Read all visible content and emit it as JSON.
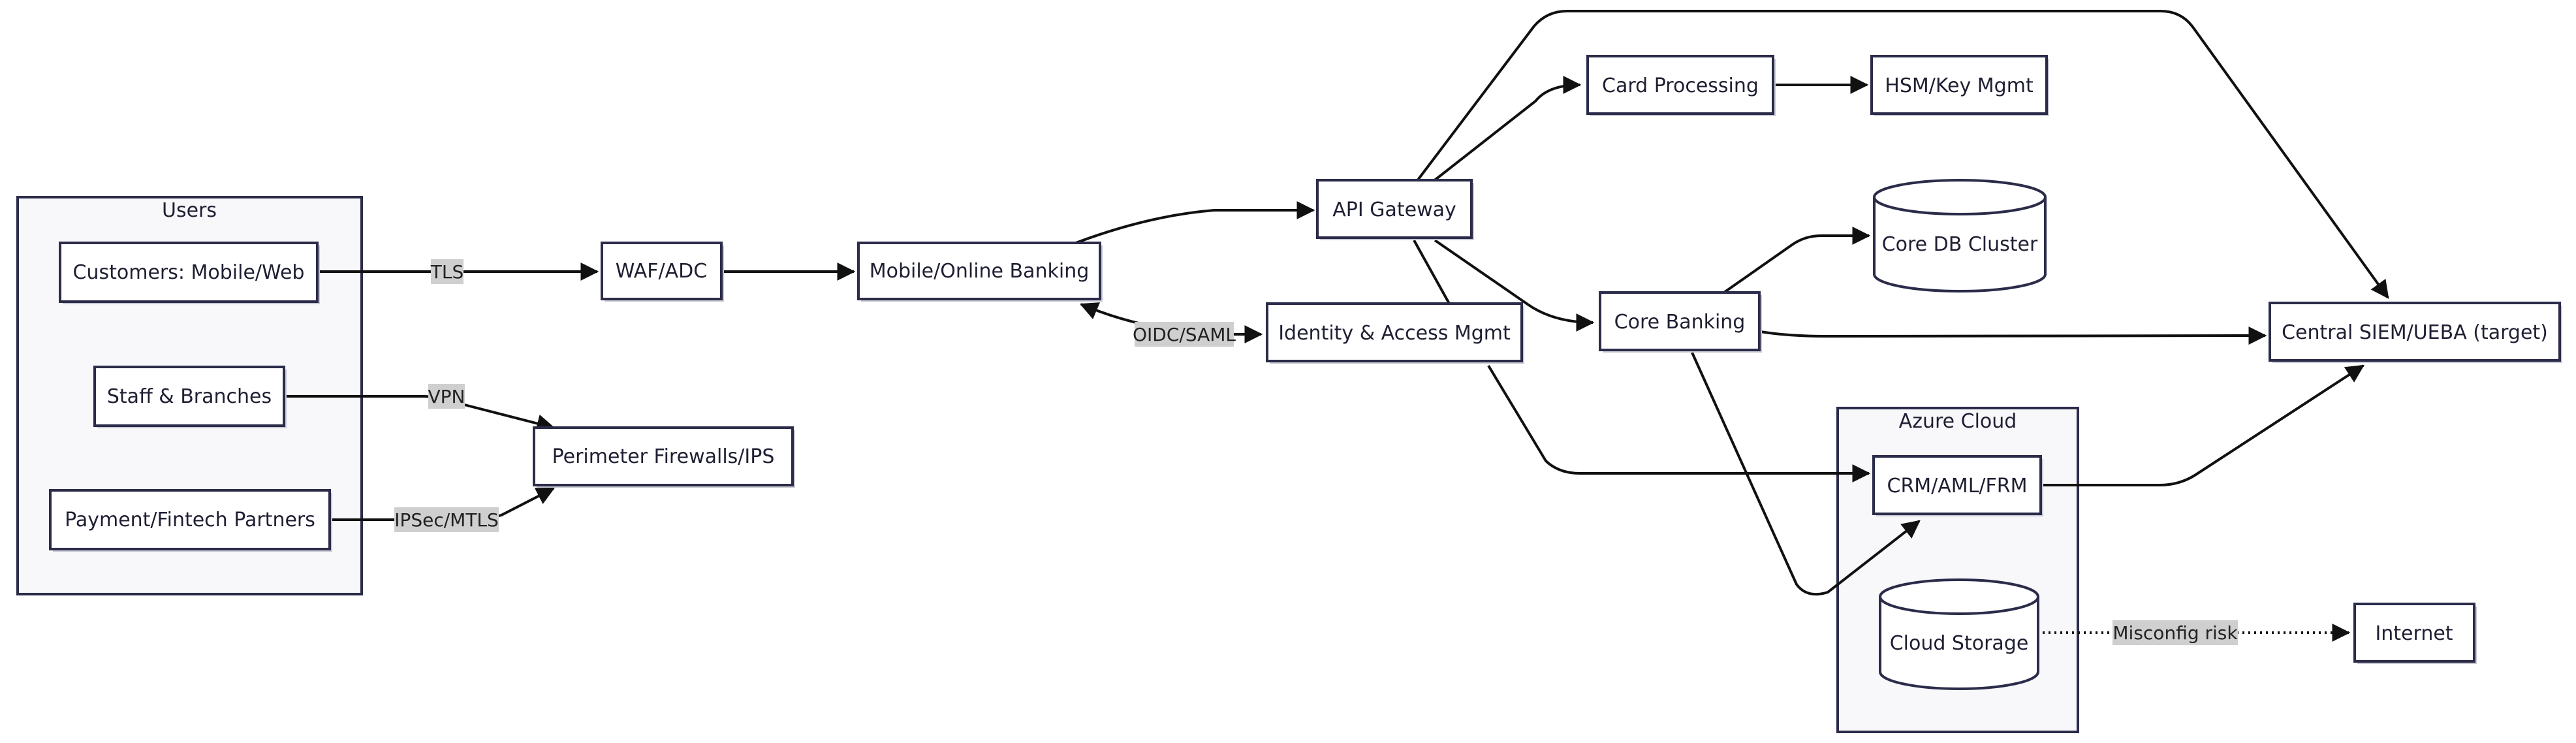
{
  "groups": {
    "users": {
      "label": "Users"
    },
    "azure": {
      "label": "Azure Cloud"
    }
  },
  "nodes": {
    "customers": "Customers: Mobile/Web",
    "staff": "Staff & Branches",
    "partners": "Payment/Fintech Partners",
    "waf": "WAF/ADC",
    "mobile_banking": "Mobile/Online Banking",
    "firewalls": "Perimeter Firewalls/IPS",
    "api_gateway": "API Gateway",
    "iam": "Identity & Access Mgmt",
    "card_processing": "Card Processing",
    "hsm": "HSM/Key Mgmt",
    "core_db": "Core DB Cluster",
    "core_banking": "Core Banking",
    "siem": "Central SIEM/UEBA (target)",
    "crm": "CRM/AML/FRM",
    "cloud_storage": "Cloud Storage",
    "internet": "Internet"
  },
  "edge_labels": {
    "tls": "TLS",
    "vpn": "VPN",
    "ipsec": "IPSec/MTLS",
    "oidc": "OIDC/SAML",
    "misconfig": "Misconfig risk"
  },
  "colors": {
    "stroke": "#2b2b4a",
    "group_fill": "#f8f8fb",
    "label_bg": "#cfcfcf"
  }
}
